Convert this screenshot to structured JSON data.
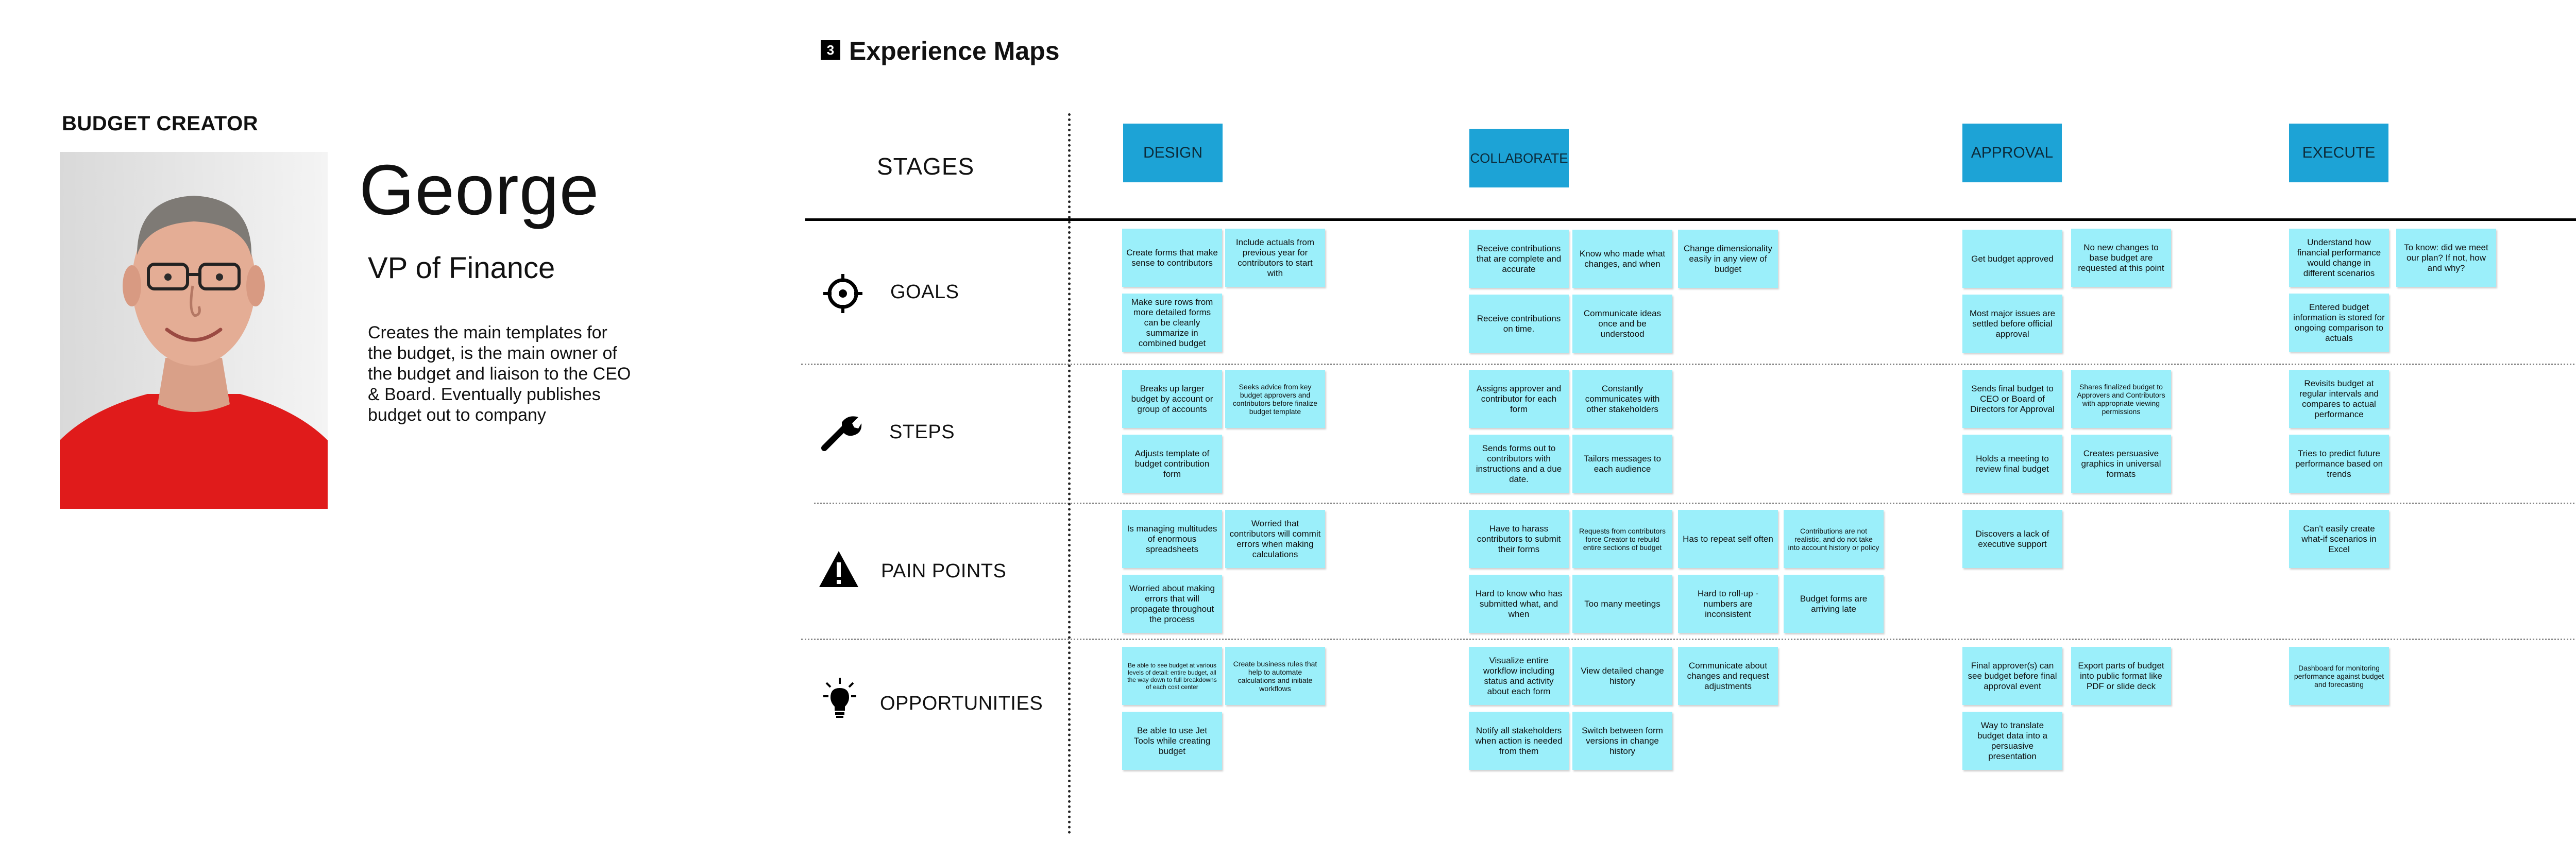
{
  "persona": {
    "label": "BUDGET CREATOR",
    "name": "George",
    "role": "VP of Finance",
    "description": "Creates the main templates for the budget, is the main owner of the budget and liaison to the CEO & Board. Eventually publishes budget out to company"
  },
  "map": {
    "number": "3",
    "title": "Experience Maps",
    "stages_label": "STAGES",
    "stages": [
      "DESIGN",
      "COLLABORATE",
      "APPROVAL",
      "EXECUTE"
    ]
  },
  "rows": {
    "goals": "GOALS",
    "steps": "STEPS",
    "pain_points": "PAIN POINTS",
    "opportunities": "OPPORTUNITIES"
  },
  "notes": {
    "goals": [
      "Create forms that make sense to contributors",
      "Include actuals from previous year for contributors to start with",
      "Make sure rows from more detailed forms can be cleanly summarize in combined budget",
      "Receive contributions that are complete and accurate",
      "Know who made what changes, and when",
      "Change dimensionality easily in any view of budget",
      "Receive contributions on time.",
      "Communicate ideas once and be understood",
      "Get budget approved",
      "No new changes to base budget are requested at this point",
      "Most major issues are settled before official approval",
      "Understand how financial performance would change in different scenarios",
      "To know: did we meet our plan? If not, how and why?",
      "Entered budget information is stored for ongoing comparison to actuals"
    ],
    "steps": [
      "Breaks up larger budget by account or group of accounts",
      "Seeks advice from key budget approvers and contributors before finalize budget template",
      "Adjusts template of budget contribution form",
      "Assigns approver and contributor for each form",
      "Constantly communicates with other stakeholders",
      "Sends forms out to contributors with instructions and a due date.",
      "Tailors messages to each audience",
      "Sends final budget to CEO or Board of Directors for Approval",
      "Shares finalized budget to Approvers and Contributors with appropriate viewing permissions",
      "Holds a meeting to review final budget",
      "Creates persuasive graphics in universal formats",
      "Revisits budget at regular intervals and compares to actual performance",
      "Tries to predict future performance based on trends"
    ],
    "pain_points": [
      "Is managing multitudes of enormous spreadsheets",
      "Worried that contributors will commit errors when making calculations",
      "Worried about making errors that will propagate throughout the process",
      "Have to harass contributors to submit their forms",
      "Requests from contributors force Creator to rebuild entire sections of budget",
      "Has to repeat self often",
      "Contributions are not realistic, and do not take into account history or policy",
      "Hard to know who has submitted what, and when",
      "Too many meetings",
      "Hard to roll-up - numbers are inconsistent",
      "Budget forms are arriving late",
      "Discovers a lack of executive support",
      "Can't easily create what-if scenarios in Excel"
    ],
    "opportunities": [
      "Be able to see budget at various levels of detail: entire budget, all the way down to full breakdowns of each cost center",
      "Create business rules that help to automate calculations and initiate workflows",
      "Be able to use Jet Tools while creating budget",
      "Visualize entire workflow including status and activity about each form",
      "View detailed change history",
      "Communicate about changes and request adjustments",
      "Notify all stakeholders when action is needed from them",
      "Switch between form versions in change history",
      "Final approver(s) can see budget before final approval event",
      "Export parts of budget into public format like PDF or slide deck",
      "Way to translate budget data into a persuasive presentation",
      "Dashboard for monitoring performance against budget and forecasting"
    ]
  },
  "colors": {
    "note": "#9beffa",
    "stage": "#1da3d6"
  },
  "icons": {
    "goals": "target-icon",
    "steps": "wrench-icon",
    "pain_points": "warning-icon",
    "opportunities": "lightbulb-icon"
  }
}
